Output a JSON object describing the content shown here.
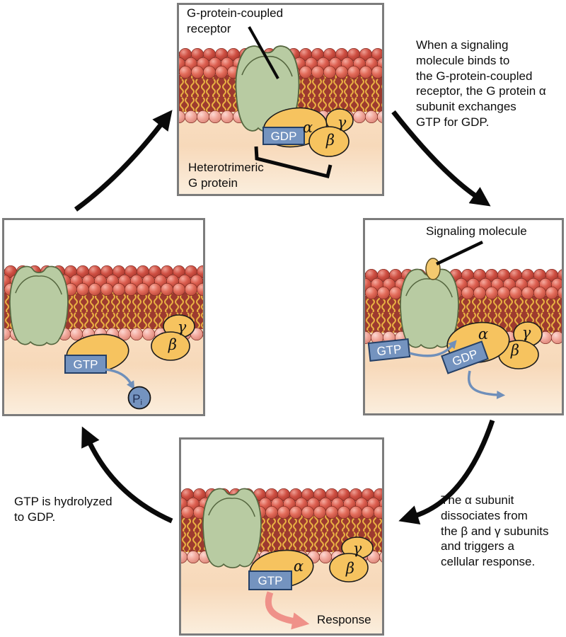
{
  "panels": {
    "top": {
      "receptor_label": "G-protein-coupled\nreceptor",
      "gprotein_label": "Heterotrimeric\nG protein",
      "gdp": "GDP",
      "alpha": "α",
      "beta": "β",
      "gamma": "γ"
    },
    "right": {
      "signal_label": "Signaling molecule",
      "gtp": "GTP",
      "gdp": "GDP",
      "alpha": "α",
      "beta": "β",
      "gamma": "γ"
    },
    "bottom": {
      "gtp": "GTP",
      "alpha": "α",
      "beta": "β",
      "gamma": "γ",
      "response_label": "Response"
    },
    "left": {
      "gtp": "GTP",
      "pi_main": "P",
      "pi_sub": "i",
      "beta": "β",
      "gamma": "γ"
    }
  },
  "captions": {
    "exchange": "When a signaling\nmolecule binds to\nthe G-protein-coupled\nreceptor, the G protein α\nsubunit exchanges\nGTP for GDP.",
    "dissociate": "The α subunit\ndissociates from\nthe β and γ subunits\nand triggers a\ncellular response.",
    "hydrolyze": "GTP is hydrolyzed\nto GDP."
  },
  "colors": {
    "head_red": "#cf5043",
    "head_pink": "#f2a89c",
    "tail_bg": "#9d3a2f",
    "tail_yellow": "#e9b143",
    "receptor_green": "#b8cba2",
    "receptor_outline": "#55663f",
    "subunit_yellow": "#f6c35f",
    "subunit_outline": "#1c1c1c",
    "nucleotide_blue": "#7493bf",
    "nucleotide_outline": "#243f66",
    "nucleotide_text": "#ffffff",
    "cytoplasm_peach": "#f7d9ba",
    "arrow_black": "#0a0a0a",
    "arrow_blue": "#6f8fba",
    "response_pink": "#ef9189",
    "border_gray": "#7c7c7c",
    "text_black": "#0d0d0d"
  }
}
